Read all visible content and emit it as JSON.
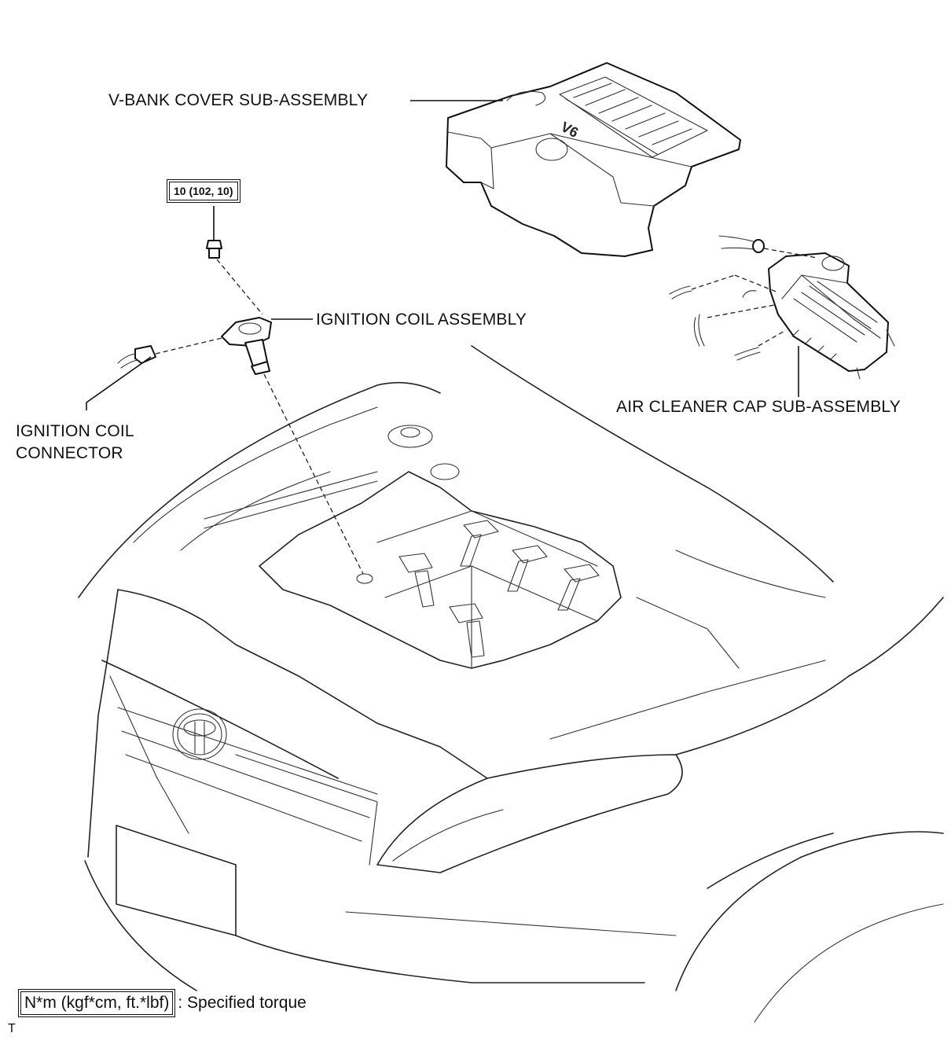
{
  "labels": {
    "v_bank_cover": "V-BANK COVER SUB-ASSEMBLY",
    "ignition_coil_assembly": "IGNITION COIL ASSEMBLY",
    "ignition_coil_connector_line1": "IGNITION COIL",
    "ignition_coil_connector_line2": "CONNECTOR",
    "air_cleaner_cap": "AIR CLEANER CAP SUB-ASSEMBLY",
    "cover_badge": "V6"
  },
  "torque": {
    "value": "10 (102, 10)"
  },
  "legend": {
    "symbol": "N*m (kgf*cm, ft.*lbf)",
    "text": ": Specified torque"
  },
  "corner_mark": "T"
}
